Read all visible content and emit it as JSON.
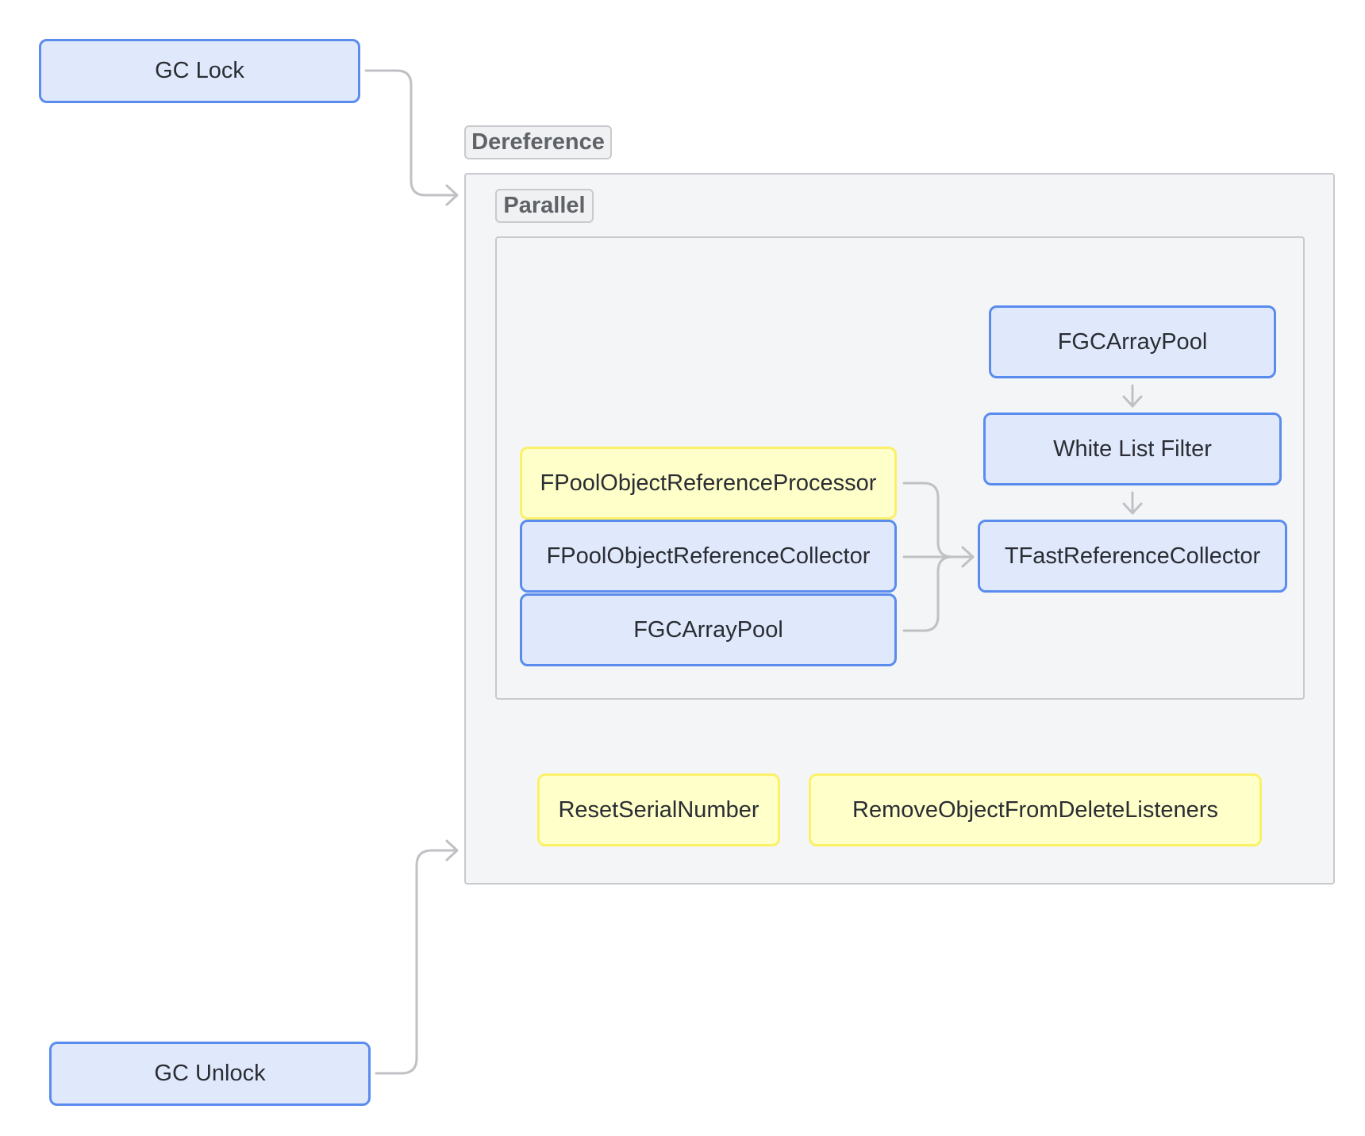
{
  "diagram": {
    "nodes": {
      "gc_lock": "GC Lock",
      "gc_unlock": "GC Unlock",
      "fgcarraypool_top": "FGCArrayPool",
      "white_list_filter": "White List Filter",
      "tfast_reference_collector": "TFastReferenceCollector",
      "fpool_object_reference_processor": "FPoolObjectReferenceProcessor",
      "fpool_object_reference_collector": "FPoolObjectReferenceCollector",
      "fgcarraypool_bottom": "FGCArrayPool",
      "reset_serial_number": "ResetSerialNumber",
      "remove_object_from_delete_listeners": "RemoveObjectFromDeleteListeners"
    },
    "groups": {
      "dereference": "Dereference",
      "parallel": "Parallel"
    },
    "colors": {
      "blue_fill": "#e0e9fc",
      "blue_border": "#5a8cee",
      "yellow_fill": "#ffffc9",
      "yellow_border": "#fbf168",
      "edge": "#bfc1c5",
      "group_fill": "#f4f5f7",
      "group_border": "#c8cacd"
    }
  }
}
